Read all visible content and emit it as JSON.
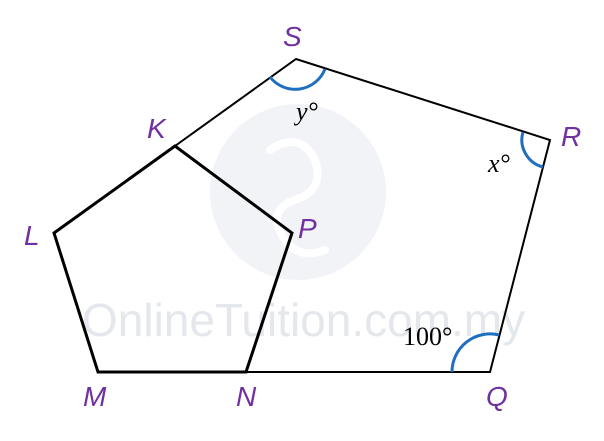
{
  "diagram": {
    "vertex_labels": {
      "S": "S",
      "K": "K",
      "R": "R",
      "L": "L",
      "P": "P",
      "M": "M",
      "N": "N",
      "Q": "Q"
    },
    "angle_labels": {
      "y": "y°",
      "x": "x°",
      "q": "100°"
    },
    "watermark": "OnlineTuition.com.my",
    "colors": {
      "vertex_label": "#7030a0",
      "angle_arc": "#1f6fbf",
      "line": "#000000",
      "watermark": "#dfe3ea"
    }
  }
}
